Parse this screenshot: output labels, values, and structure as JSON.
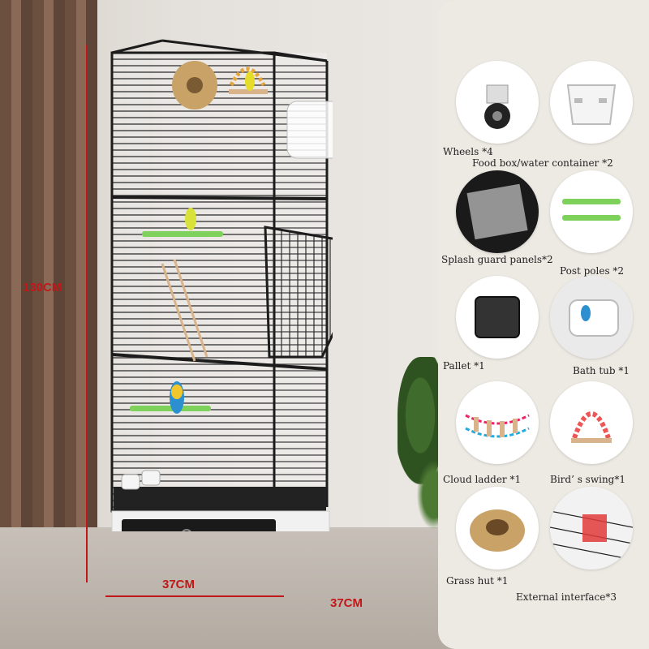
{
  "dimensions": {
    "height": "130CM",
    "width": "37CM",
    "depth": "37CM"
  },
  "accessories": [
    {
      "label": "Wheels *4",
      "icon": "wheel-icon"
    },
    {
      "label": "Food box/water container *2",
      "icon": "food-box-icon"
    },
    {
      "label": "Splash guard panels*2",
      "icon": "splash-panel-icon"
    },
    {
      "label": "Post poles *2",
      "icon": "perch-pole-icon"
    },
    {
      "label": "Pallet *1",
      "icon": "pallet-tray-icon"
    },
    {
      "label": "Bath tub *1",
      "icon": "bath-tub-icon"
    },
    {
      "label": "Cloud ladder *1",
      "icon": "ladder-icon"
    },
    {
      "label": "Bird’ s swing*1",
      "icon": "swing-icon"
    },
    {
      "label": "Grass hut *1",
      "icon": "grass-hut-icon"
    },
    {
      "label": "External interface*3",
      "icon": "external-interface-icon"
    }
  ],
  "colors": {
    "dimension": "#c01818",
    "cage_frame": "#1c1c1c",
    "perch": "#7ed15a"
  }
}
